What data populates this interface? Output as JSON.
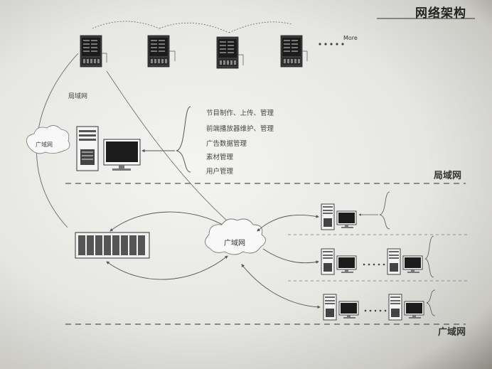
{
  "title": "网络架构",
  "subtitle": "",
  "top_note": "",
  "sections": {
    "lan_top": "局域网",
    "wan_bottom": "广域网"
  },
  "links": {
    "lan_label": "局域网",
    "wan_left": "广域网",
    "wan_center": "广域网"
  },
  "more_label": "More",
  "server_label": "",
  "storage_label": "",
  "features_main": [
    "节目制作、上传、管理",
    "前端播放器维护、管理",
    "广告数据管理",
    "素材管理",
    "用户管理"
  ],
  "desc_text": [],
  "right_groups": [
    {
      "label": "",
      "pc_label": "",
      "features": []
    },
    {
      "label": "",
      "pc_label": "",
      "features": []
    },
    {
      "label": "",
      "pc_label": "",
      "features": []
    }
  ],
  "colors": {
    "ink": "#333333",
    "line": "#555555",
    "screen": "#1c1c1c"
  }
}
